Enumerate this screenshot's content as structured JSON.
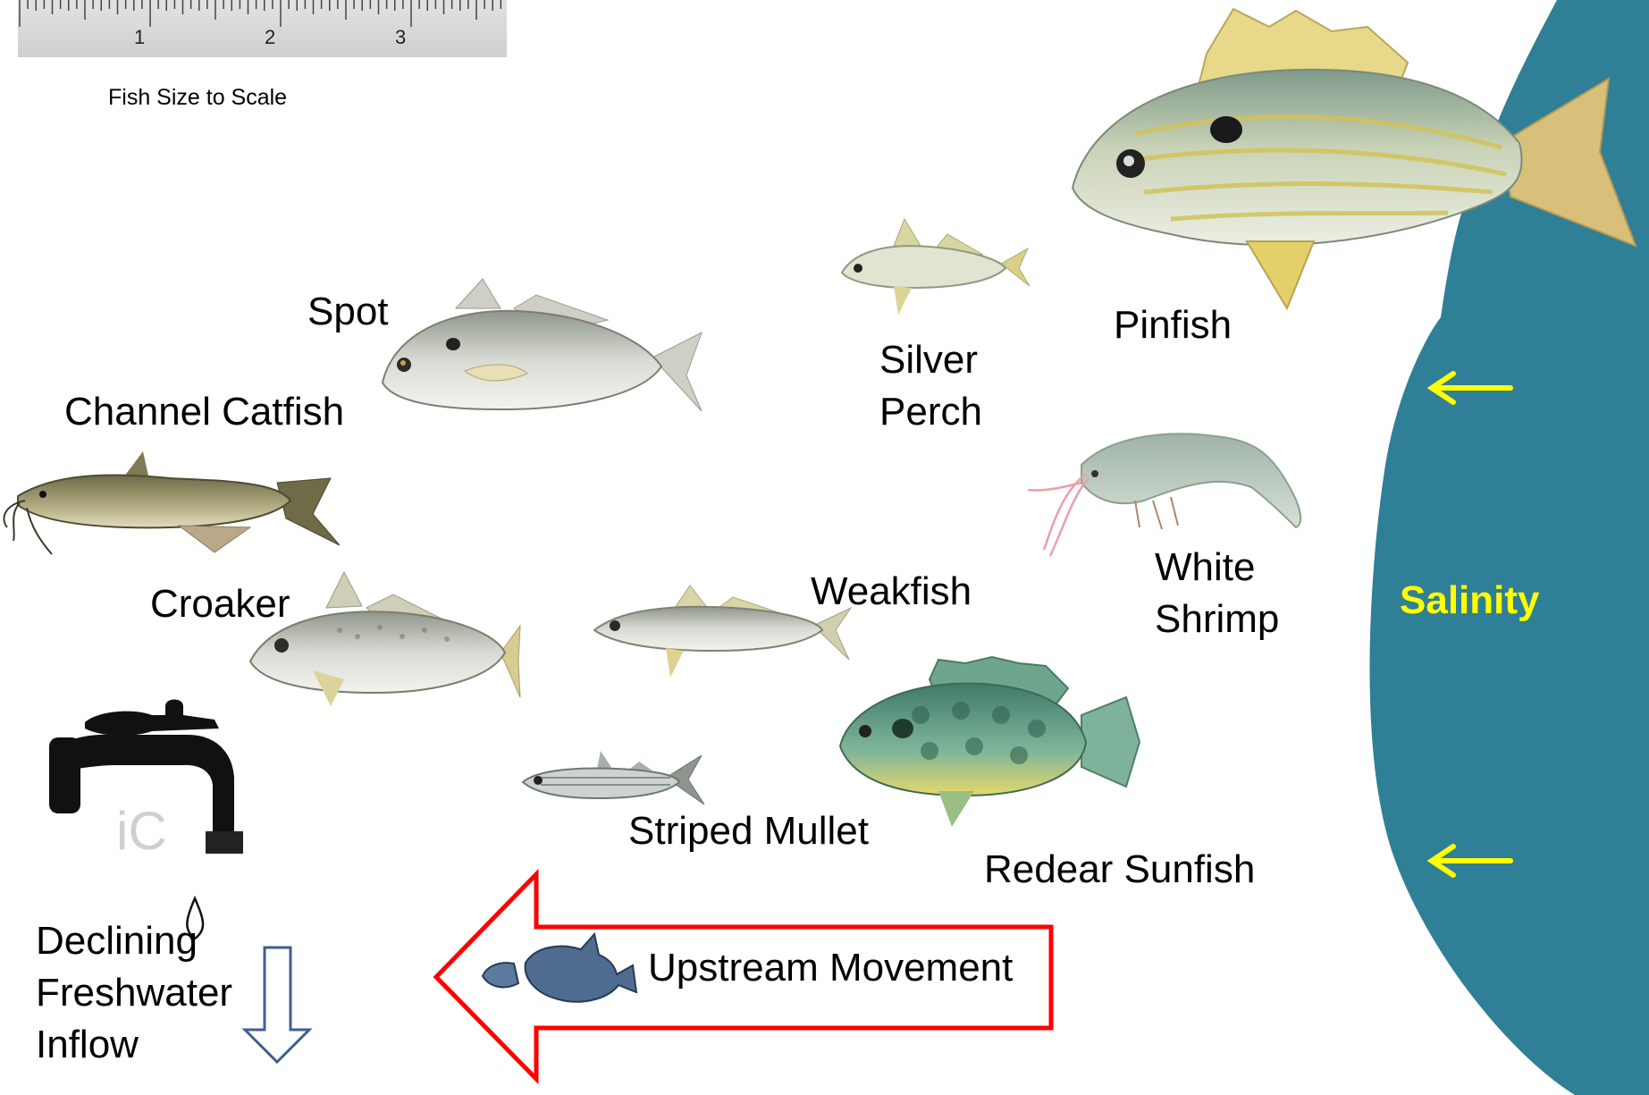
{
  "ruler": {
    "ticks": [
      "1",
      "2",
      "3"
    ],
    "caption": "Fish Size to Scale"
  },
  "species": {
    "spot": "Spot",
    "channel_catfish": "Channel Catfish",
    "croaker": "Croaker",
    "silver_perch": [
      "Silver",
      "Perch"
    ],
    "pinfish": "Pinfish",
    "white_shrimp": [
      "White",
      "Shrimp"
    ],
    "weakfish": "Weakfish",
    "striped_mullet": "Striped Mullet",
    "redear_sunfish": "Redear Sunfish"
  },
  "inflow": {
    "lines": [
      "Declining",
      "Freshwater",
      "Inflow"
    ],
    "watermark": "iC"
  },
  "movement": {
    "label": "Upstream Movement"
  },
  "salinity": {
    "label": "Salinity",
    "color": "#2f7f97",
    "arrow_color": "#ffff00"
  },
  "colors": {
    "movement_arrow": "#ff0000",
    "inflow_arrow": "#3f5f8f"
  }
}
